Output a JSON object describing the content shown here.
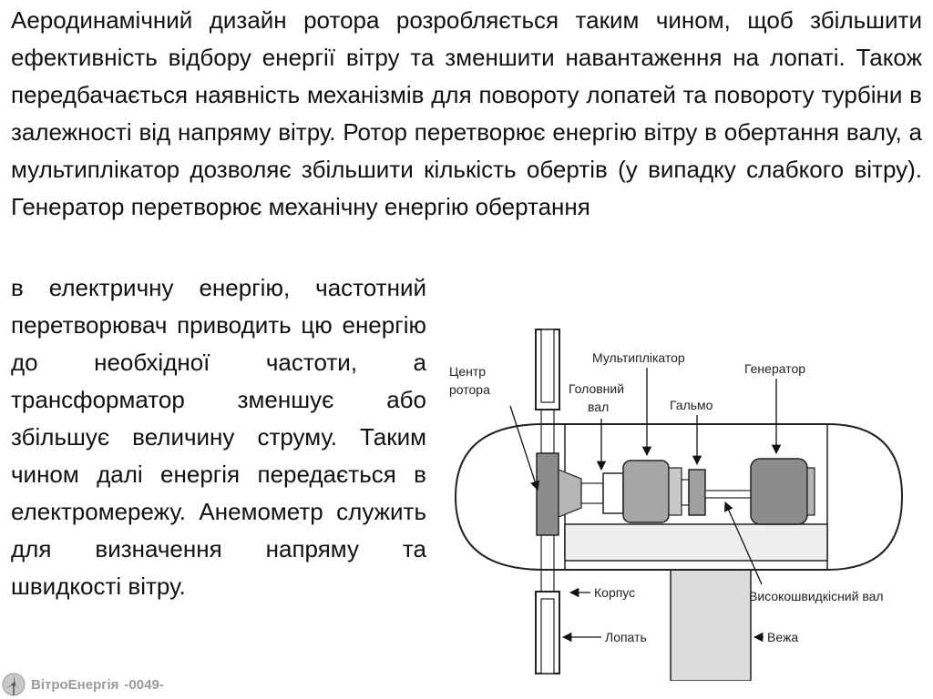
{
  "content": {
    "paragraph_top": "Аеродинамічний дизайн ротора розробляється таким чином, щоб збільшити ефективність відбору енергії вітру та зменшити навантаження на лопаті. Також передбачається наявність механізмів для повороту лопатей та повороту турбіни в залежності від напряму вітру. Ротор перетворює енергію вітру в обертання валу, а мультиплікатор дозволяє збільшити кількість обертів (у випадку слабкого вітру). Генератор перетворює механічну енергію обертання",
    "paragraph_left": "в електричну енергію, частотний перетворювач приводить цю енергію до необхідної частоти, а трансформатор зменшує або збільшує величину струму. Таким чином далі енергія передається в електромережу. Анемометр служить для визначення напряму та швидкості вітру."
  },
  "diagram": {
    "labels": {
      "rotor_center_1": "Центр",
      "rotor_center_2": "ротора",
      "main_shaft_1": "Головний",
      "main_shaft_2": "вал",
      "gearbox": "Мультиплікатор",
      "brake": "Гальмо",
      "generator": "Генератор",
      "housing": "Корпус",
      "high_speed_shaft": "Високошвидкісний вал",
      "blade": "Лопать",
      "tower": "Вежа"
    }
  },
  "footer": {
    "brand": "ВітроЕнергія",
    "page": "-0049-",
    "logo_icon": "wind-turbine-logo-icon"
  },
  "colors": {
    "text": "#111111",
    "footer_text": "#9a9a9a",
    "component_dark": "#8c8c8c",
    "component_mid": "#a6a6a6",
    "component_light": "#d9d9d9"
  }
}
